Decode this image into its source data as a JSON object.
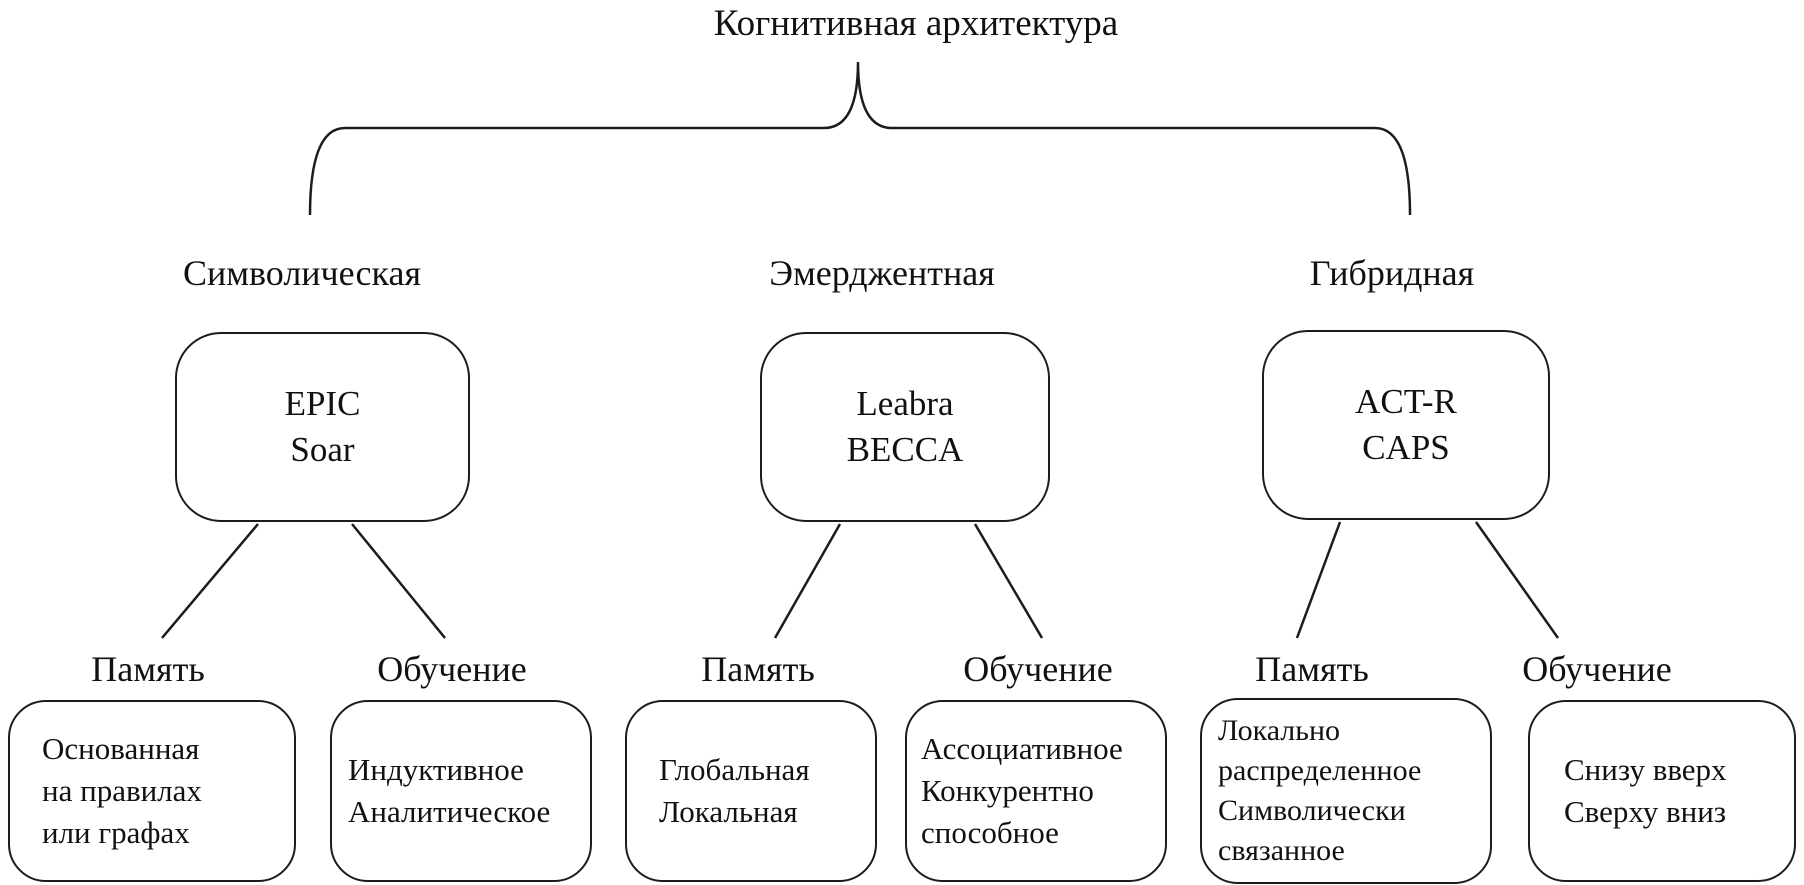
{
  "title": "Когнитивная архитектура",
  "branches": [
    {
      "label": "Символическая",
      "box": "EPIC\nSoar",
      "children": [
        {
          "label": "Память",
          "box": "Основанная\nна правилах\nили графах"
        },
        {
          "label": "Обучение",
          "box": "Индуктивное\nАналитическое"
        }
      ]
    },
    {
      "label": "Эмерджентная",
      "box": "Leabra\nBECCA",
      "children": [
        {
          "label": "Память",
          "box": "Глобальная\nЛокальная"
        },
        {
          "label": "Обучение",
          "box": "Ассоциативное\nКонкурентно\nспособное"
        }
      ]
    },
    {
      "label": "Гибридная",
      "box": "ACT-R\nCAPS",
      "children": [
        {
          "label": "Память",
          "box": "Локально\nраспределенное\nСимволически\nсвязанное"
        },
        {
          "label": "Обучение",
          "box": "Снизу вверх\nСверху вниз"
        }
      ]
    }
  ],
  "colors": {
    "stroke": "#1c1c1c",
    "text": "#111111",
    "background": "#ffffff"
  }
}
